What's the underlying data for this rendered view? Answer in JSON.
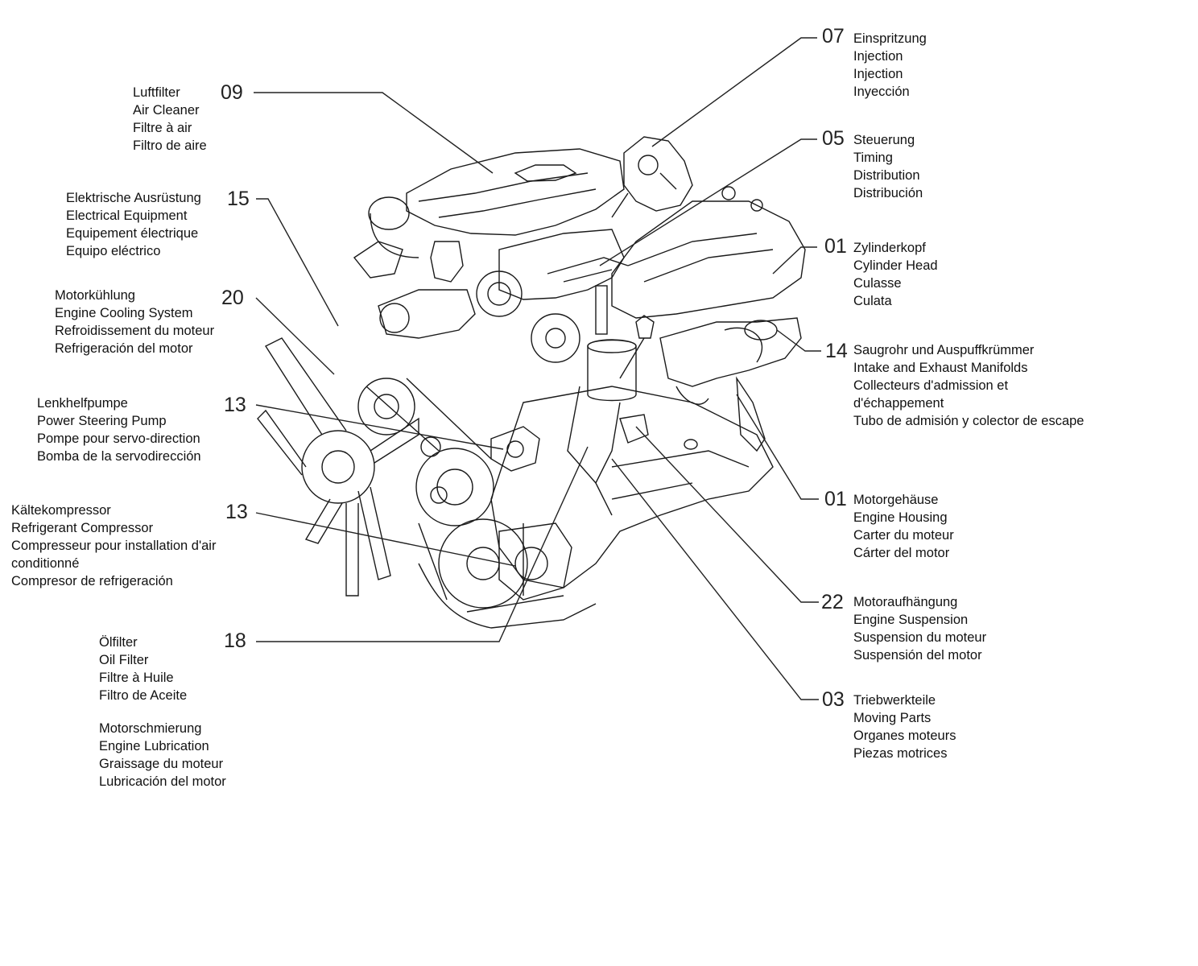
{
  "callouts": [
    {
      "id": "injection",
      "number": "07",
      "lines": [
        "Einspritzung",
        "Injection",
        "Injection",
        "Inyección"
      ]
    },
    {
      "id": "timing",
      "number": "05",
      "lines": [
        "Steuerung",
        "Timing",
        "Distribution",
        "Distribución"
      ]
    },
    {
      "id": "cylinder-head",
      "number": "01",
      "lines": [
        "Zylinderkopf",
        "Cylinder Head",
        "Culasse",
        "Culata"
      ]
    },
    {
      "id": "manifolds",
      "number": "14",
      "lines": [
        "Saugrohr und Auspuffkrümmer",
        "Intake and Exhaust Manifolds",
        "Collecteurs d'admission et",
        "d'échappement",
        "Tubo de admisión y colector de escape"
      ]
    },
    {
      "id": "engine-housing",
      "number": "01",
      "lines": [
        "Motorgehäuse",
        "Engine Housing",
        "Carter du moteur",
        "Cárter del motor"
      ]
    },
    {
      "id": "engine-suspension",
      "number": "22",
      "lines": [
        "Motoraufhängung",
        "Engine Suspension",
        "Suspension du moteur",
        "Suspensión del motor"
      ]
    },
    {
      "id": "moving-parts",
      "number": "03",
      "lines": [
        "Triebwerkteile",
        "Moving Parts",
        "Organes moteurs",
        "Piezas motrices"
      ]
    },
    {
      "id": "air-cleaner",
      "number": "09",
      "lines": [
        "Luftfilter",
        "Air Cleaner",
        "Filtre à air",
        "Filtro de aire"
      ]
    },
    {
      "id": "electrical",
      "number": "15",
      "lines": [
        "Elektrische Ausrüstung",
        "Electrical Equipment",
        "Equipement électrique",
        "Equipo eléctrico"
      ]
    },
    {
      "id": "cooling",
      "number": "20",
      "lines": [
        "Motorkühlung",
        "Engine Cooling System",
        "Refroidissement du moteur",
        "Refrigeración del motor"
      ]
    },
    {
      "id": "steering-pump",
      "number": "13",
      "lines": [
        "Lenkhelfpumpe",
        "Power Steering Pump",
        "Pompe pour servo-direction",
        "Bomba de la servodirección"
      ]
    },
    {
      "id": "compressor",
      "number": "13",
      "lines": [
        "Kältekompressor",
        "Refrigerant Compressor",
        "Compresseur pour installation d'air conditionné",
        "Compresor de refrigeración"
      ]
    },
    {
      "id": "oil-filter",
      "number": "18",
      "lines": [
        "Ölfilter",
        "Oil Filter",
        "Filtre à Huile",
        "Filtro de Aceite"
      ]
    }
  ],
  "lubrication": [
    "Motorschmierung",
    "Engine Lubrication",
    "Graissage du moteur",
    "Lubricación del motor"
  ]
}
